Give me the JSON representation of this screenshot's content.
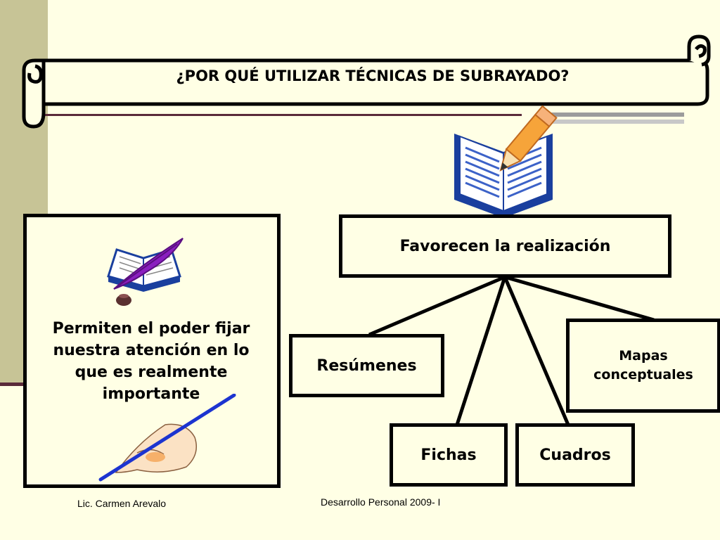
{
  "slide": {
    "title": "¿POR QUÉ UTILIZAR TÉCNICAS DE SUBRAYADO?",
    "left_box_text": "Permiten el poder fijar nuestra atención en lo que es realmente importante",
    "root_label": "Favorecen la realización",
    "nodes": {
      "resumenes": "Resúmenes",
      "fichas": "Fichas",
      "cuadros": "Cuadros",
      "mapas": "Mapas conceptuales"
    },
    "footer_left": "Lic. Carmen Arevalo",
    "footer_center": "Desarrollo Personal 2009- I"
  },
  "colors": {
    "background": "#ffffe5",
    "left_stripe": "#c7c496",
    "accent_rule": "#5a2a3a",
    "book_blue": "#1a3f9e",
    "pencil_orange": "#f6a43a",
    "quill_purple": "#8a1fbf",
    "pen_blue": "#1c34d0"
  },
  "icons": [
    "open-book-pencil-icon",
    "book-quill-icon",
    "hand-writing-icon"
  ]
}
